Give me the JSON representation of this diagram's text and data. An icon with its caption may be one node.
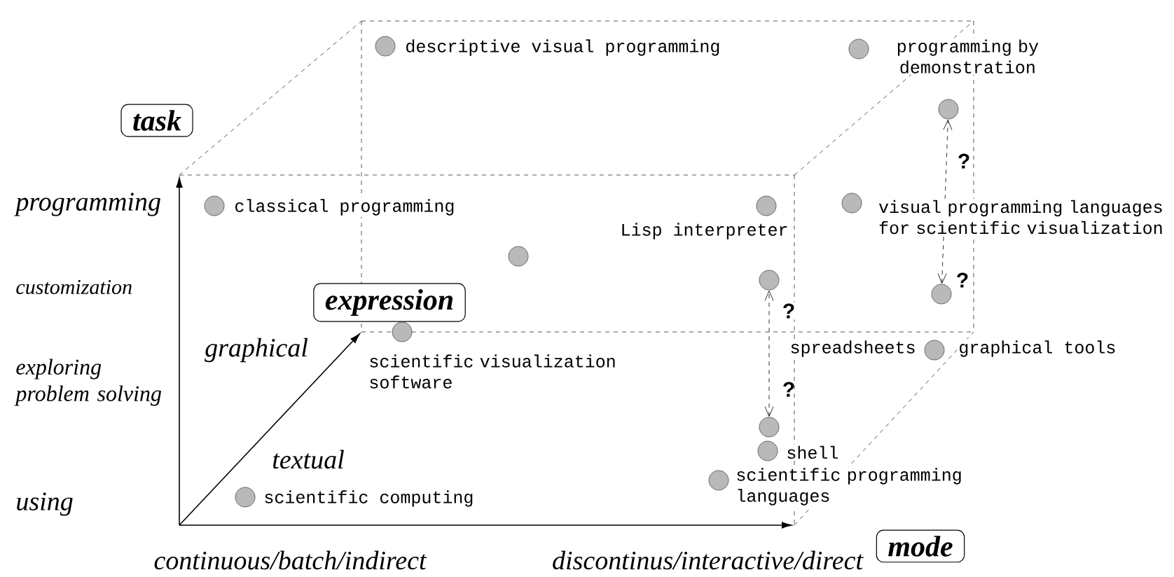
{
  "diagram": {
    "nodes": [
      {
        "text": [
          "task"
        ]
      },
      {
        "text": [
          "expression"
        ]
      },
      {
        "text": [
          "mode"
        ]
      },
      {
        "text": [],
        "shape": "circle",
        "beside": [
          "descriptive visual programming"
        ]
      },
      {
        "text": [],
        "shape": "circle",
        "beside": [
          "programming by demonstration"
        ]
      },
      {
        "text": [],
        "shape": "circle"
      },
      {
        "text": [],
        "shape": "circle",
        "beside": [
          "classical programming"
        ]
      },
      {
        "text": [],
        "shape": "circle",
        "beside": [
          "Lisp interpreter"
        ]
      },
      {
        "text": [],
        "shape": "circle",
        "beside": [
          "visual programming languages for scientific visualization"
        ]
      },
      {
        "text": [],
        "shape": "circle"
      },
      {
        "text": [],
        "shape": "circle"
      },
      {
        "text": [],
        "shape": "circle"
      },
      {
        "text": [],
        "shape": "circle",
        "beside": [
          "scientific visualization software"
        ]
      },
      {
        "text": [],
        "shape": "circle",
        "beside": [
          "spreadsheets",
          "graphical tools"
        ]
      },
      {
        "text": [],
        "shape": "circle"
      },
      {
        "text": [],
        "shape": "circle",
        "beside": [
          "shell"
        ]
      },
      {
        "text": [],
        "shape": "circle",
        "beside": [
          "scientific programming languages"
        ]
      },
      {
        "text": [],
        "shape": "circle",
        "beside": [
          "scientific computing"
        ]
      }
    ],
    "edges": [
      {
        "from": 14,
        "to": 10,
        "arrow": "both",
        "label": "?",
        "style": "dashed"
      },
      {
        "from": 11,
        "to": 5,
        "arrow": "both",
        "label": "?",
        "style": "dashed"
      }
    ],
    "labels": [
      "programming",
      "customization",
      "graphical",
      "exploring problem solving",
      "textual",
      "using",
      "continuous/batch/indirect",
      "discontinus/interactive/direct",
      "?",
      "?"
    ]
  }
}
